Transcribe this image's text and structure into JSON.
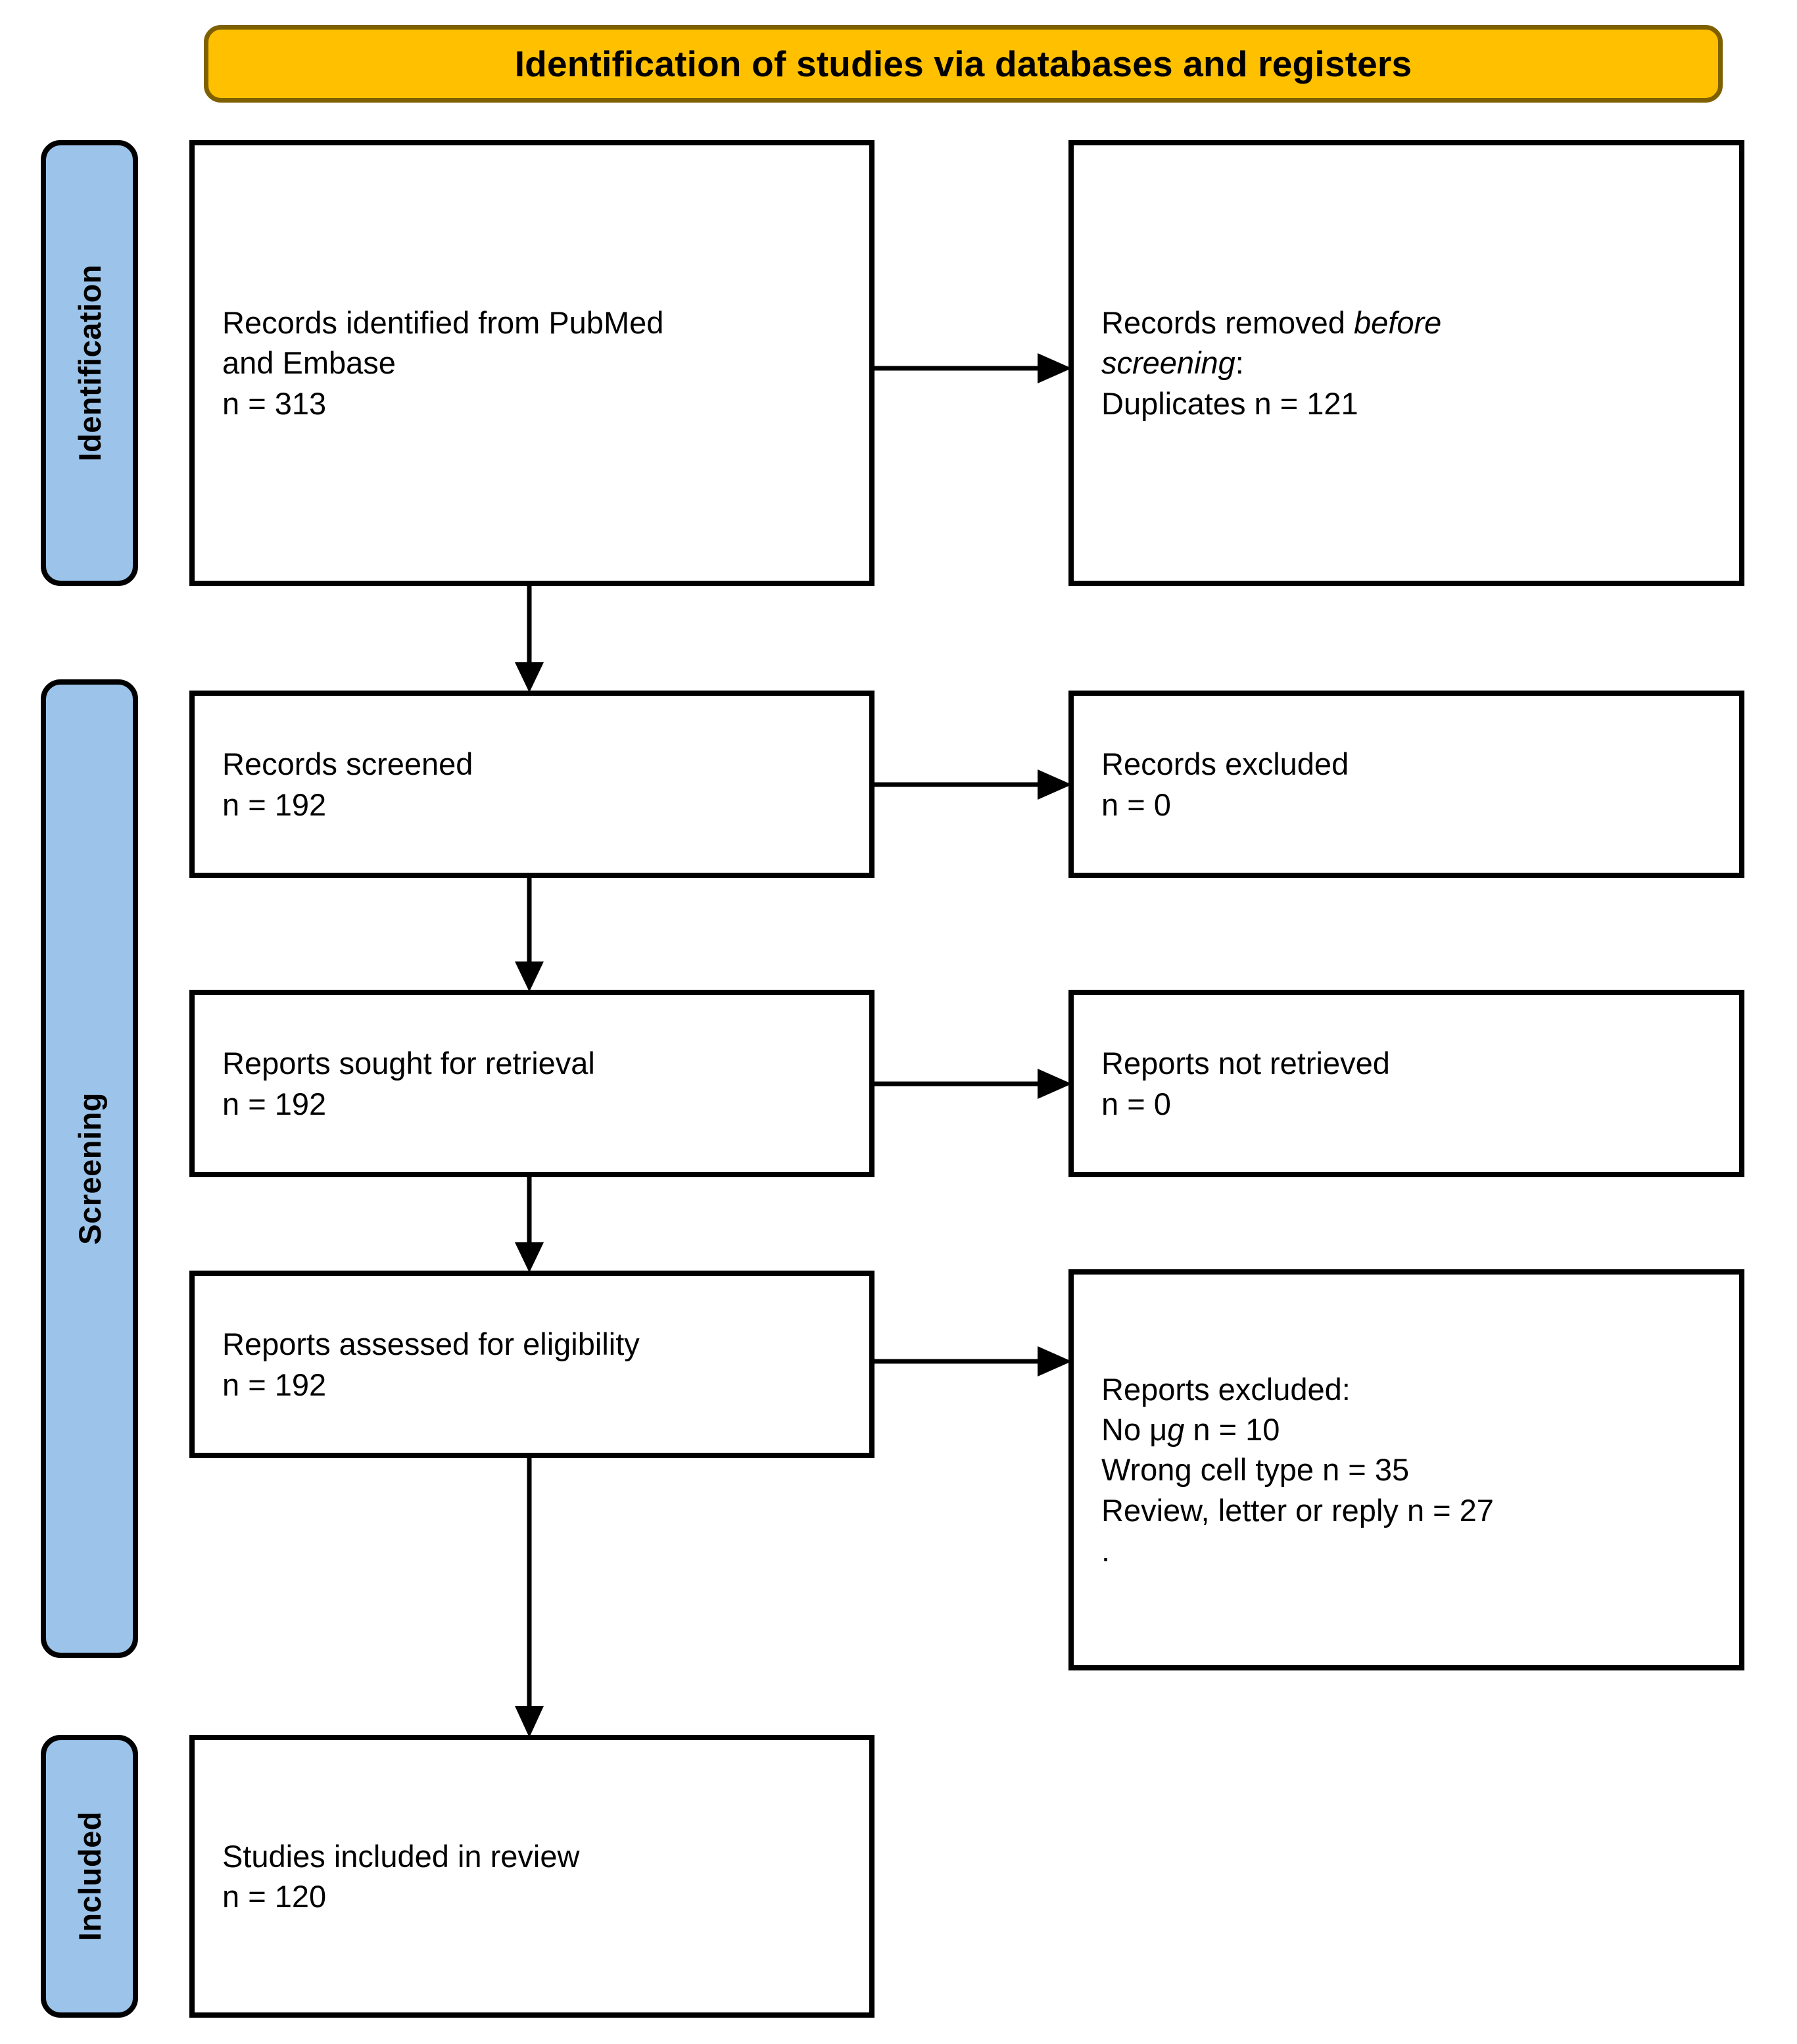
{
  "banner": {
    "title": "Identification of studies via databases and registers",
    "fill_color": "#FFC000",
    "border_color": "#7F6000"
  },
  "stages": {
    "identification": "Identification",
    "screening": "Screening",
    "included": "Included",
    "fill_color": "#9CC3E9",
    "border_color": "#000000"
  },
  "boxes": {
    "identified": {
      "line1": "Records identified from PubMed",
      "line2": "and Embase",
      "line3": "n = 313"
    },
    "removed": {
      "line1_plain": "Records removed ",
      "line1_italic": "before",
      "line2_italic": "screening",
      "line2_plain": ":",
      "line3": "Duplicates n = 121"
    },
    "screened": {
      "line1": "Records screened",
      "line2": "n = 192"
    },
    "excluded": {
      "line1": "Records excluded",
      "line2": "n = 0"
    },
    "sought": {
      "line1": "Reports sought for retrieval",
      "line2": "n = 192"
    },
    "not_retrieved": {
      "line1": "Reports not retrieved",
      "line2": "n = 0"
    },
    "assessed": {
      "line1": "Reports assessed for eligibility",
      "line2": "n = 192"
    },
    "reports_excluded": {
      "line1": "Reports excluded:",
      "line2_prefix": "No ",
      "line2_mu": "μ",
      "line2_italic_g": "g",
      "line2_suffix": " n = 10",
      "line3": "Wrong cell type n = 35",
      "line4": "Review, letter or reply n = 27",
      "line5": "."
    },
    "included": {
      "line1": "Studies included in review",
      "line2": "n = 120"
    }
  },
  "chart_data": {
    "type": "diagram",
    "title": "Identification of studies via databases and registers",
    "flow": [
      {
        "stage": "Identification",
        "node": "Records identified from PubMed and Embase",
        "n": 313
      },
      {
        "stage": "Identification",
        "node": "Records removed before screening: Duplicates",
        "n": 121
      },
      {
        "stage": "Screening",
        "node": "Records screened",
        "n": 192
      },
      {
        "stage": "Screening",
        "node": "Records excluded",
        "n": 0
      },
      {
        "stage": "Screening",
        "node": "Reports sought for retrieval",
        "n": 192
      },
      {
        "stage": "Screening",
        "node": "Reports not retrieved",
        "n": 0
      },
      {
        "stage": "Screening",
        "node": "Reports assessed for eligibility",
        "n": 192
      },
      {
        "stage": "Screening",
        "node": "Reports excluded: No μg",
        "n": 10
      },
      {
        "stage": "Screening",
        "node": "Reports excluded: Wrong cell type",
        "n": 35
      },
      {
        "stage": "Screening",
        "node": "Reports excluded: Review, letter or reply",
        "n": 27
      },
      {
        "stage": "Included",
        "node": "Studies included in review",
        "n": 120
      }
    ]
  }
}
